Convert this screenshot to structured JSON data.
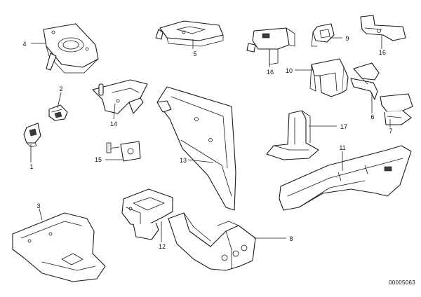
{
  "callouts": [
    {
      "id": "c4",
      "label": "4"
    },
    {
      "id": "c5",
      "label": "5"
    },
    {
      "id": "c16a",
      "label": "16"
    },
    {
      "id": "c9",
      "label": "9"
    },
    {
      "id": "c16b",
      "label": "16"
    },
    {
      "id": "c10",
      "label": "10"
    },
    {
      "id": "c2",
      "label": "2"
    },
    {
      "id": "c14",
      "label": "14"
    },
    {
      "id": "c6",
      "label": "6"
    },
    {
      "id": "c7",
      "label": "7"
    },
    {
      "id": "c17",
      "label": "17"
    },
    {
      "id": "c1",
      "label": "1"
    },
    {
      "id": "c15",
      "label": "15"
    },
    {
      "id": "c13",
      "label": "13"
    },
    {
      "id": "c11",
      "label": "11"
    },
    {
      "id": "c3",
      "label": "3"
    },
    {
      "id": "c12",
      "label": "12"
    },
    {
      "id": "c8",
      "label": "8"
    }
  ],
  "reference_code": "00005063"
}
